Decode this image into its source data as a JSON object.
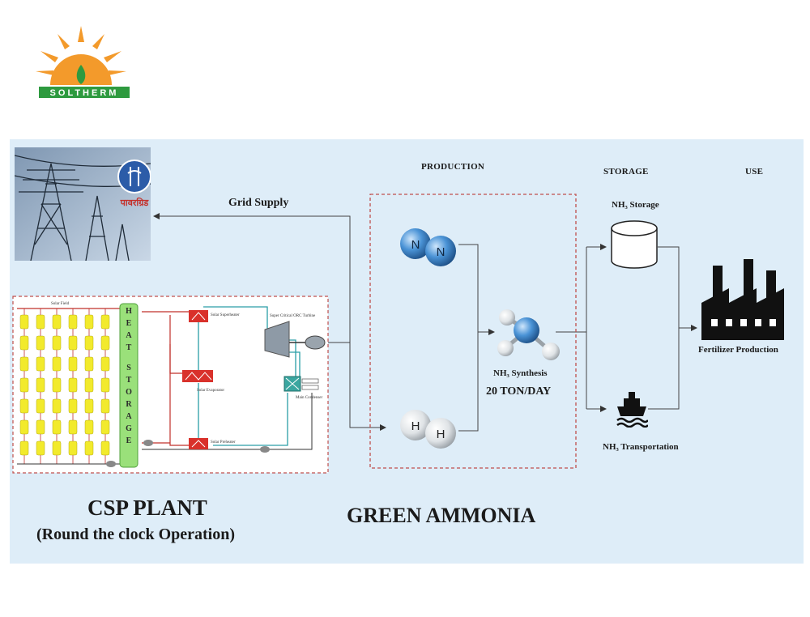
{
  "logo": {
    "brand_text": "SOLTHERM"
  },
  "grid": {
    "powergrid_logo_text": "पावरग्रिड",
    "supply_label": "Grid Supply"
  },
  "sections": {
    "production": "PRODUCTION",
    "storage": "STORAGE",
    "use": "USE"
  },
  "csp": {
    "title": "CSP PLANT",
    "subtitle": "(Round the clock Operation)",
    "heat_storage": "HEAT STORAGE",
    "solar_field": "Solar Field",
    "components": {
      "superheater": "Solar Superheater",
      "evaporator": "Solar Evaporator",
      "preheater": "Solar Preheater",
      "turbine": "Super Critical ORC Turbine",
      "condenser": "Main Condenser"
    }
  },
  "ammonia": {
    "title": "GREEN AMMONIA",
    "n_atom": "N",
    "h_atom": "H",
    "synthesis_label": "NH₃ Synthesis",
    "capacity": "20 TON/DAY",
    "storage_label": "NH₃ Storage",
    "transport_label": "NH₃ Transportation",
    "use_label": "Fertilizer Production"
  },
  "colors": {
    "panel": "#deedf8",
    "logo_orange": "#f39a2b",
    "logo_green": "#2e9a3f",
    "heat_storage_green": "#9ae07a",
    "collector_yellow": "#f2ea2c",
    "hx_red": "#d9312b",
    "dashed_red": "#c0504d",
    "molecule_blue": "#2f7fc7"
  }
}
